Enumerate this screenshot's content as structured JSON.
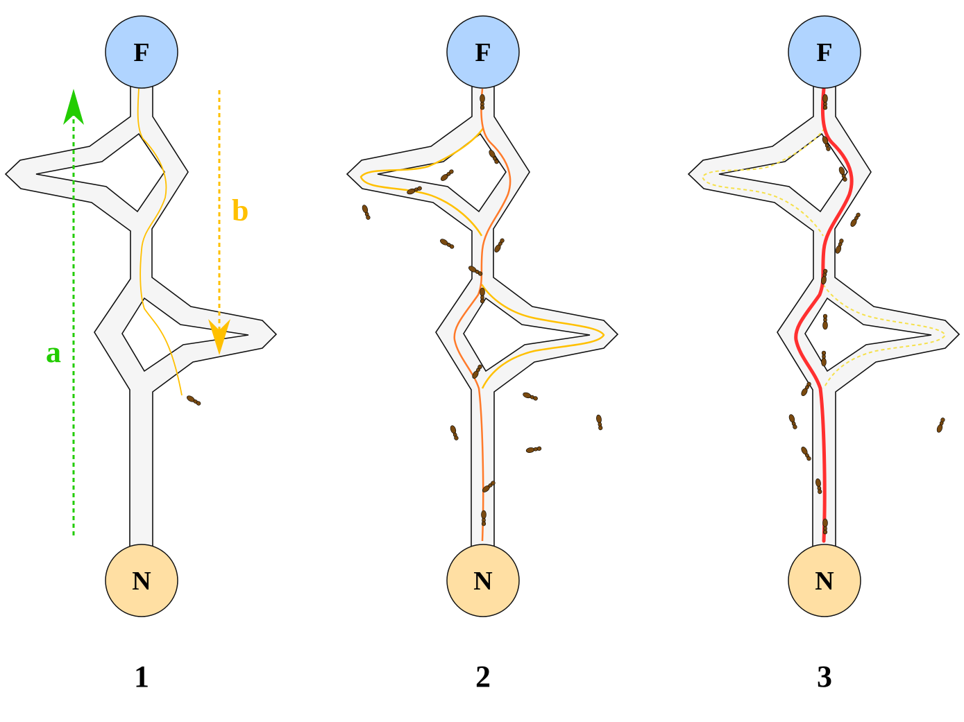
{
  "nodes": {
    "food": "F",
    "nest": "N"
  },
  "panels": [
    {
      "label": "1"
    },
    {
      "label": "2"
    },
    {
      "label": "3"
    }
  ],
  "arrows": {
    "a": "a",
    "b": "b"
  },
  "colors": {
    "food_node": "#b0d4ff",
    "nest_node": "#ffdfa3",
    "channel_fill": "#f5f5f5",
    "arrow_a": "#22cc00",
    "arrow_b": "#ffc000",
    "trail_yellow": "#ffc000",
    "trail_orange": "#ff7a2a",
    "trail_red": "#ff3030",
    "ant": "#7a4a10"
  }
}
